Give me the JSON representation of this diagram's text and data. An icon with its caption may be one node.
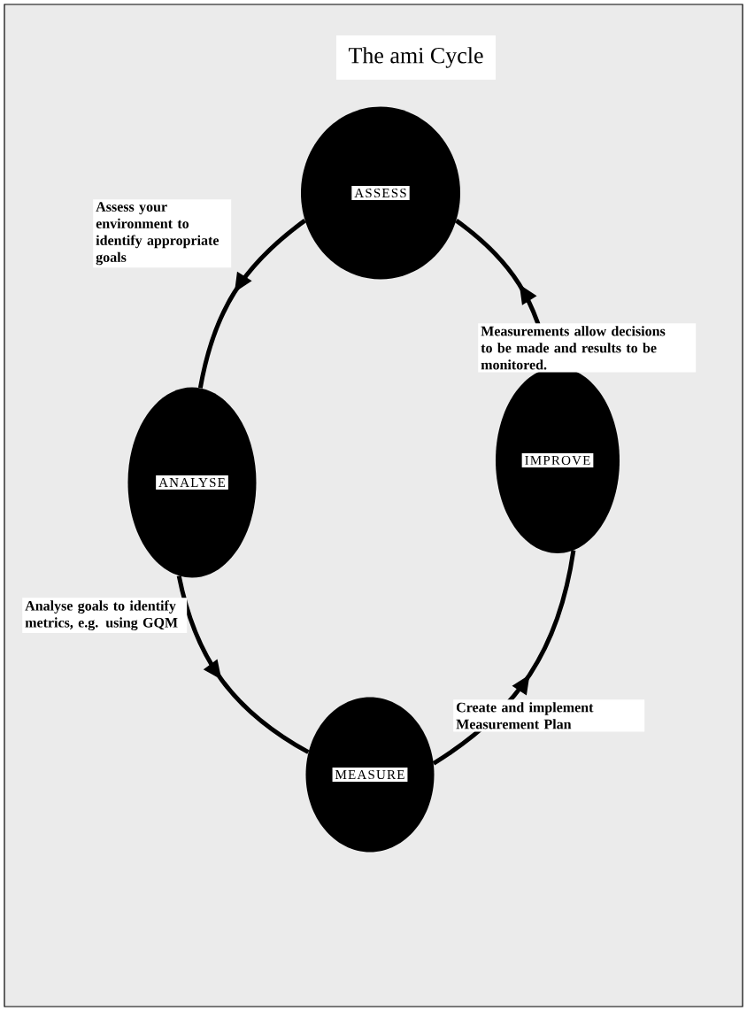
{
  "diagram": {
    "title": "The ami Cycle",
    "nodes": [
      {
        "text": [
          "ASSESS"
        ]
      },
      {
        "text": [
          "ANALYSE"
        ]
      },
      {
        "text": [
          "IMPROVE"
        ]
      },
      {
        "text": [
          "MEASURE"
        ]
      }
    ],
    "edges": [
      {
        "from": 0,
        "to": 1,
        "arrow": "to",
        "label": "Assess your environment to identify appropriate goals"
      },
      {
        "from": 1,
        "to": 3,
        "arrow": "to",
        "label": "Analyse goals to identify metrics, e.g. using GQM"
      },
      {
        "from": 3,
        "to": 2,
        "arrow": "to",
        "label": "Create and implement Measurement Plan"
      },
      {
        "from": 2,
        "to": 0,
        "arrow": "to",
        "label": "Measurements allow decisions to be made and results to be monitored."
      }
    ]
  }
}
